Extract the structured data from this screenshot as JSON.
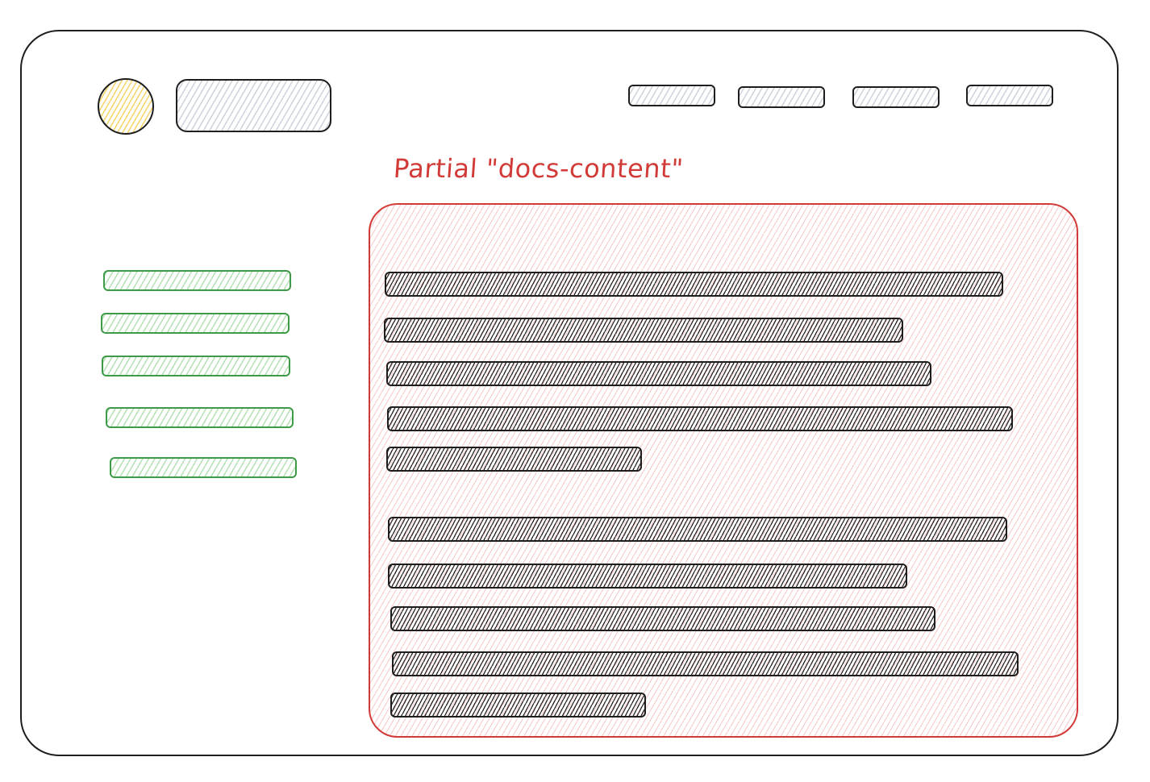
{
  "diagram": {
    "type": "wireframe",
    "description": "Hand-drawn browser wireframe of a documentation page with a highlighted partial region"
  },
  "window": {
    "frame": "rounded-window-outline"
  },
  "header": {
    "logo": {
      "shape": "circle",
      "fill_color": "#f5d56a"
    },
    "brand": {
      "shape": "rounded-rectangle",
      "fill_color": "#ccd3db"
    },
    "nav_items": [
      {
        "id": "nav-1",
        "fill_color": "#ccd3db"
      },
      {
        "id": "nav-2",
        "fill_color": "#ccd3db"
      },
      {
        "id": "nav-3",
        "fill_color": "#ccd3db"
      },
      {
        "id": "nav-4",
        "fill_color": "#ccd3db"
      }
    ]
  },
  "sidebar": {
    "stroke_color": "#3d9a47",
    "fill_color": "#b5e2b4",
    "items": [
      {
        "id": "side-1"
      },
      {
        "id": "side-2"
      },
      {
        "id": "side-3"
      },
      {
        "id": "side-4"
      },
      {
        "id": "side-5"
      }
    ]
  },
  "partial": {
    "label": "Partial \"docs-content\"",
    "label_color": "#d13a37",
    "stroke_color": "#d13a37",
    "fill_color": "#f7c6c6",
    "paragraphs": [
      {
        "lines": 5
      },
      {
        "lines": 5
      }
    ]
  },
  "colors": {
    "stroke": "#1e1e1e",
    "accent_red": "#d13a37",
    "accent_green": "#3d9a47",
    "accent_yellow": "#f5d56a",
    "placeholder_gray": "#ccd3db"
  }
}
